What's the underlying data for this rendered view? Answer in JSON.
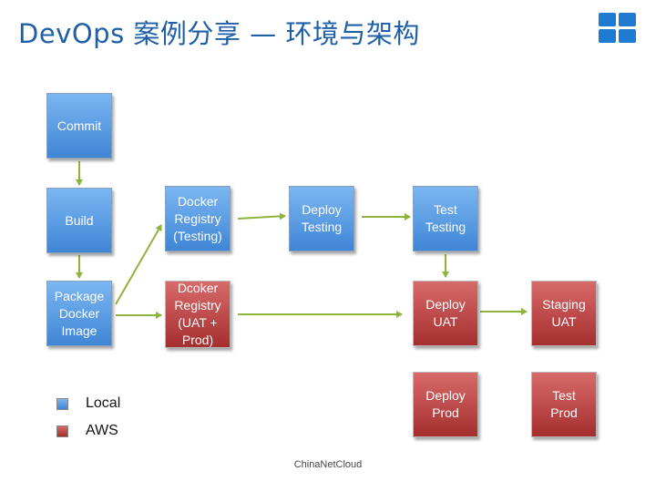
{
  "title": "DevOps 案例分享 — 环境与架构",
  "colors": {
    "local": "#4a90dc",
    "aws": "#b83c3c",
    "arrow": "#8db53c",
    "title": "#1f5fa8"
  },
  "nodes": {
    "commit": "Commit",
    "build": "Build",
    "package": "Package\nDocker\nImage",
    "registry_testing": "Docker\nRegistry\n(Testing)",
    "deploy_testing": "Deploy\nTesting",
    "test_testing": "Test\nTesting",
    "registry_uat_prod": "Dcoker\nRegistry\n(UAT +\nProd)",
    "deploy_uat": "Deploy\nUAT",
    "staging_uat": "Staging\nUAT",
    "deploy_prod": "Deploy\nProd",
    "test_prod": "Test\nProd"
  },
  "legend": {
    "local": "Local",
    "aws": "AWS"
  },
  "footer": "ChinaNetCloud"
}
